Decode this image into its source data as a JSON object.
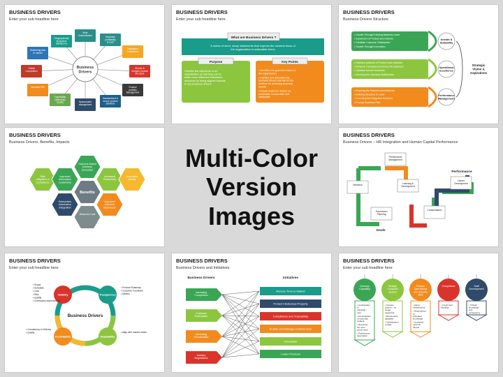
{
  "hero": {
    "line1": "Multi-Color",
    "line2": "Version Images"
  },
  "slides": [
    {
      "title": "BUSINESS DRIVERS",
      "subtitle": "Enter your sub headline here"
    },
    {
      "title": "BUSINESS DRIVERS",
      "subtitle": "Enter your sub headline here"
    },
    {
      "title": "BUSINESS DRIVERS",
      "subtitle": "Business Drivers Structure"
    },
    {
      "title": "BUSINESS DRIVERS",
      "subtitle": "Business Drivers, Benefits, Impacts"
    },
    {
      "title": "BUSINESS DRIVERS",
      "subtitle": "Business Drivers – HR Integration and Human Capital Performance"
    },
    {
      "title": "BUSINESS DRIVERS",
      "subtitle": "Enter your sub headline here"
    },
    {
      "title": "BUSINESS DRIVERS",
      "subtitle": "Business Drivers and Initiatives"
    },
    {
      "title": "BUSINESS DRIVERS",
      "subtitle": "Enter your sub headline here"
    }
  ],
  "s1": {
    "center": [
      "Business",
      "Drivers"
    ],
    "nodes": [
      "Most Customization",
      "Maximise profitability at each life-cycle Phase",
      "Regulatory Compliance",
      "Shorter & Complex product life Cycle",
      "Product portfolio Management",
      "Standardised & secure product definition",
      "Sparse/parts management",
      "Traceability (Warranty) Quality",
      "Maximise ROI",
      "Global Competition",
      "Shortening time to market",
      "Geographically all product definition to life"
    ]
  },
  "s2": {
    "banner": "What are Business Drivers ?",
    "intro": "A series of short, sharp statements that express the clearest focus of the organization in actionable terms",
    "purpose_title": "Purpose",
    "purpose_text": "Clarifies the objectives of an organisation as that they can to make more informed investment decisions by being aligned towards to key business drivers",
    "points_title": "Key Points",
    "points": [
      "Identifies the goal and reason to the organisation",
      "Clarifies and articulate key business drivers that will be the medium for achieving business results",
      "Ensure business drivers are actionable, measurable and obtainable"
    ]
  },
  "s3": {
    "groups": [
      {
        "label": [
          "Growth &",
          "Scalability"
        ],
        "items": [
          "Growth Through Existing Business Lines",
          "Expansion of Product and markets",
          "Facilitate Customer Satisfaction",
          "Growth Through Innovation"
        ]
      },
      {
        "label": [
          "Operational",
          "Excellence"
        ],
        "items": [
          "Optimize partners of Product cost selection",
          "Enhance Transparency Across the Business",
          "Optimize human recourses",
          "Securing the Overseas Bottlenecks"
        ]
      },
      {
        "label": [
          "Performance",
          "Management"
        ],
        "items": [
          "Ensuring the financial commitments",
          "Defining Structure to cover",
          "Executing the Integrated business",
          "Product Business Risk"
        ]
      }
    ],
    "right": [
      "Strategic",
      "Vision &",
      "Aspirations"
    ]
  },
  "s4": {
    "center": "Benefits",
    "hexes": [
      "Outcome-based business processes",
      "Increased Productivity",
      "Innovative Quality",
      "Improved customer experience",
      "Reduced Cost",
      "Enterprises Information Integration",
      "Risk mitigation & Compliance",
      "Improved Information Leadership"
    ]
  },
  "s5": {
    "labels": [
      "Performance Management",
      "Learning & Development",
      "Compensation",
      "Succession Planning",
      "Selection",
      "Career Development"
    ],
    "performance": "Performance",
    "goals": "Goals"
  },
  "s6": {
    "center": "Business Drivers",
    "nodes": [
      "Visibility",
      "Transparency",
      "Adaptability",
      "Predictability"
    ],
    "list_tl": [
      "Scope",
      "Schedule",
      "Cost",
      "Risk",
      "Quality",
      "Continuous improvement"
    ],
    "list_tr": [
      "Product Roadmap",
      "Customer Feedback",
      "Metrics"
    ],
    "list_bl": [
      "Consistency in Delivery",
      "Quality"
    ],
    "list_br": [
      "Align with market needs"
    ]
  },
  "s7": {
    "left_title": "Business Drivers",
    "right_title": "Initiatives",
    "drivers": [
      "Increasing Competition",
      "Customer Expectation",
      "Increasing Globalization",
      "Industry Regulations"
    ],
    "initiatives": [
      "Reduce Time to Market",
      "Protect Intellectual Property",
      "Compliance and Traceability",
      "Enable and Manage Collaboration",
      "Innovation",
      "Lower Products"
    ]
  },
  "s8": {
    "heads": [
      [
        "Develop",
        "Capability"
      ],
      [
        "Realign",
        "Character",
        "System"
      ],
      [
        "Reduce",
        "Operational",
        "and Security",
        "Risk"
      ],
      [
        "Compliance"
      ],
      [
        "Staff",
        "Development"
      ]
    ],
    "items": [
      [
        "Continuation of industrial – new",
        "Accumulation of corporate incident",
        "Resolving the open prison issue",
        "Professional association"
      ],
      [
        "Finance system – no longer supported",
        "Membership database",
        "Classification of data"
      ],
      [
        "Aging infrastructure",
        "Dependence on individual knowledge",
        "Increased external threats"
      ],
      [
        "Credit card handling"
      ],
      [
        "TOGAF knowledge and competency"
      ]
    ]
  },
  "colors": {
    "green": "#3aa655",
    "orange": "#f28b1e",
    "red": "#d9342b",
    "navy": "#2f4a6b",
    "teal": "#1a9c8a",
    "lime": "#8cc63f",
    "yellow": "#f5b82e",
    "gray": "#7f8c8d"
  }
}
